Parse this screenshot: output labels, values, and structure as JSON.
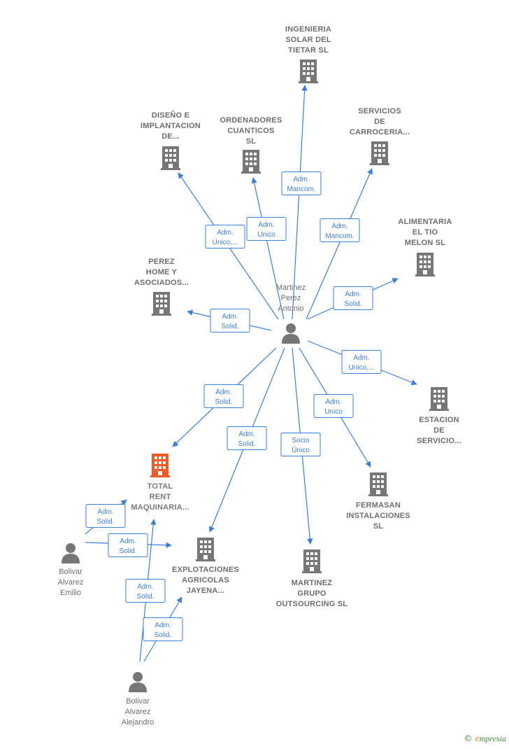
{
  "colors": {
    "edge": "#3d7fd6",
    "building": "#777777",
    "highlight": "#f05a24",
    "person": "#777777"
  },
  "nodes": [
    {
      "id": "ingenieria",
      "kind": "company",
      "label": [
        "INGENIERIA",
        "SOLAR DEL",
        "TIETAR SL"
      ]
    },
    {
      "id": "diseno",
      "kind": "company",
      "label": [
        "DISEÑO E",
        "IMPLANTACION",
        "DE..."
      ]
    },
    {
      "id": "ordenadores",
      "kind": "company",
      "label": [
        "ORDENADORES",
        "CUANTICOS",
        "SL"
      ]
    },
    {
      "id": "servicios",
      "kind": "company",
      "label": [
        "SERVICIOS",
        "DE",
        "CARROCERIA..."
      ]
    },
    {
      "id": "alimentaria",
      "kind": "company",
      "label": [
        "ALIMENTARIA",
        "EL TIO",
        "MELON SL"
      ]
    },
    {
      "id": "perez",
      "kind": "company",
      "label": [
        "PEREZ",
        "HOME Y",
        "ASOCIADOS..."
      ]
    },
    {
      "id": "martinez_perez",
      "kind": "person",
      "label": [
        "Martinez",
        "Perez",
        "Antonio"
      ]
    },
    {
      "id": "estacion",
      "kind": "company",
      "label": [
        "ESTACION",
        "DE",
        "SERVICIO..."
      ]
    },
    {
      "id": "total_rent",
      "kind": "company",
      "highlight": true,
      "label": [
        "TOTAL",
        "RENT",
        "MAQUINARIA..."
      ]
    },
    {
      "id": "fermasan",
      "kind": "company",
      "label": [
        "FERMASAN",
        "INSTALACIONES",
        "SL"
      ]
    },
    {
      "id": "explotaciones",
      "kind": "company",
      "label": [
        "EXPLOTACIONES",
        "AGRICOLAS",
        "JAYENA..."
      ]
    },
    {
      "id": "martinez_grupo",
      "kind": "company",
      "label": [
        "MARTINEZ",
        "GRUPO",
        "OUTSOURCING SL"
      ]
    },
    {
      "id": "bolivar_emilio",
      "kind": "person",
      "label": [
        "Bolivar",
        "Alvarez",
        "Emilio"
      ]
    },
    {
      "id": "bolivar_alejandro",
      "kind": "person",
      "label": [
        "Bolivar",
        "Alvarez",
        "Alejandro"
      ]
    }
  ],
  "edges": [
    {
      "id": "e1",
      "from": "martinez_perez",
      "to": "ingenieria",
      "label": [
        "Adm.",
        "Mancom."
      ]
    },
    {
      "id": "e2",
      "from": "martinez_perez",
      "to": "diseno",
      "label": [
        "Adm.",
        "Unico,..."
      ]
    },
    {
      "id": "e3",
      "from": "martinez_perez",
      "to": "ordenadores",
      "label": [
        "Adm.",
        "Unico"
      ]
    },
    {
      "id": "e4",
      "from": "martinez_perez",
      "to": "servicios",
      "label": [
        "Adm.",
        "Mancom."
      ]
    },
    {
      "id": "e5",
      "from": "martinez_perez",
      "to": "alimentaria",
      "label": [
        "Adm.",
        "Solid."
      ]
    },
    {
      "id": "e6",
      "from": "martinez_perez",
      "to": "perez",
      "label": [
        "Adm.",
        "Solid."
      ]
    },
    {
      "id": "e7",
      "from": "martinez_perez",
      "to": "estacion",
      "label": [
        "Adm.",
        "Unico,..."
      ]
    },
    {
      "id": "e8",
      "from": "martinez_perez",
      "to": "total_rent",
      "label": [
        "Adm.",
        "Solid."
      ]
    },
    {
      "id": "e9",
      "from": "martinez_perez",
      "to": "fermasan",
      "label": [
        "Adm.",
        "Unico"
      ]
    },
    {
      "id": "e10",
      "from": "martinez_perez",
      "to": "explotaciones",
      "label": [
        "Adm.",
        "Solid."
      ]
    },
    {
      "id": "e11",
      "from": "martinez_perez",
      "to": "martinez_grupo",
      "label": [
        "Socio",
        "Único"
      ]
    },
    {
      "id": "e12",
      "from": "bolivar_emilio",
      "to": "total_rent",
      "label": [
        "Adm.",
        "Solid."
      ]
    },
    {
      "id": "e13",
      "from": "bolivar_emilio",
      "to": "explotaciones",
      "label": [
        "Adm.",
        "Solid."
      ]
    },
    {
      "id": "e14",
      "from": "bolivar_alejandro",
      "to": "total_rent",
      "label": [
        "Adm.",
        "Solid."
      ]
    },
    {
      "id": "e15",
      "from": "bolivar_alejandro",
      "to": "explotaciones",
      "label": [
        "Adm.",
        "Solid."
      ]
    }
  ],
  "watermark": {
    "copyright": "©",
    "brand_initial": "e",
    "brand_rest": "mpresia"
  }
}
